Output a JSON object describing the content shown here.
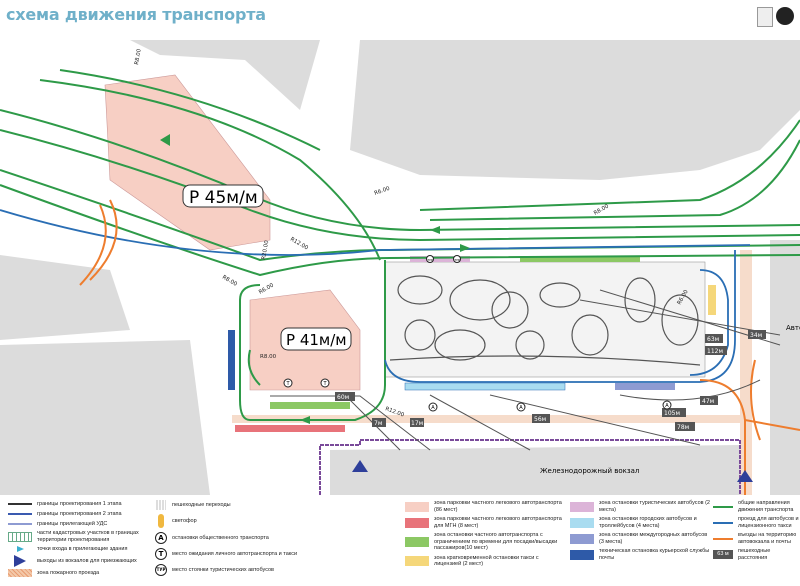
{
  "title": "схема движения транспорта",
  "map": {
    "parking_1": "P 45м/м",
    "parking_2": "P 41м/м",
    "station_label": "Железнодорожный вокзал",
    "bus_station_label": "Авто",
    "radii": [
      "R8.00",
      "R6.00",
      "R12.00",
      "R20.00",
      "R8.00",
      "R6.00",
      "R8.00",
      "R12.00",
      "R8.00",
      "R6.00"
    ],
    "distances": [
      "60м",
      "7м",
      "17м",
      "56м",
      "63м",
      "34м",
      "112м",
      "47м",
      "105м",
      "78м"
    ],
    "stop_markers": [
      "A",
      "A",
      "A",
      "T",
      "T",
      "ТУР",
      "ТУР"
    ]
  },
  "legend": {
    "col1": [
      "границы проектирования 1 этапа",
      "границы проектирования 2 этапа",
      "границы прилегающей УДС",
      "части кадастровых участков в границах территории проектирования",
      "точки входа в прилегающие здания",
      "выходы из вокзалов для приезжающих",
      "зона пожарного проезда"
    ],
    "col2": [
      {
        "icon": "pedestrian-crossing",
        "label": "пешеходные переходы"
      },
      {
        "icon": "traffic-light",
        "label": "светофор"
      },
      {
        "icon": "A",
        "label": "остановки общественного транспорта"
      },
      {
        "icon": "T",
        "label": "место ожидания личного автотранспорта и такси"
      },
      {
        "icon": "ТУР",
        "label": "место стоянки туристических автобусов"
      }
    ],
    "col3": [
      {
        "color": "#f7cfc4",
        "label": "зона парковки частного легкового автотранспорта (86 мест)"
      },
      {
        "color": "#e8737a",
        "label": "зона парковки частного легкового автотранспорта для МГН (8 мест)"
      },
      {
        "color": "#8cc864",
        "label": "зона остановки частного автотранспорта с ограничением по времени для посадки/высадки пассажиров(10 мест)"
      },
      {
        "color": "#f5d77a",
        "label": "зона кратковременной остановки такси с лицензией (2 мест)"
      }
    ],
    "col4": [
      {
        "color": "#dcb4d8",
        "label": "зона остановки туристических автобусов (2 места)"
      },
      {
        "color": "#a9dcf0",
        "label": "зона остановки городских автобусов и троллейбусов (4 места)"
      },
      {
        "color": "#8e9bd2",
        "label": "зона остановки междугородных автобусов (3 места)"
      },
      {
        "color": "#2e5aa8",
        "label": "техническая остановка курьерской службы почты"
      }
    ],
    "col5": [
      {
        "color": "#2e9a48",
        "label": "общие направления движения транспорта"
      },
      {
        "color": "#2a6eb4",
        "label": "проезд для автобусов и лицензионного такси"
      },
      {
        "color": "#ee7d2e",
        "label": "въезды на территорию автовокзала и почты"
      },
      {
        "color": "#555555",
        "sample": "63 м",
        "label": "пешеходные расстояния"
      }
    ]
  },
  "colors": {
    "green": "#2e9a48",
    "blue": "#2a6eb4",
    "orange": "#ee7d2e",
    "purple": "#7a4a9a",
    "title": "#6fb0c9"
  }
}
